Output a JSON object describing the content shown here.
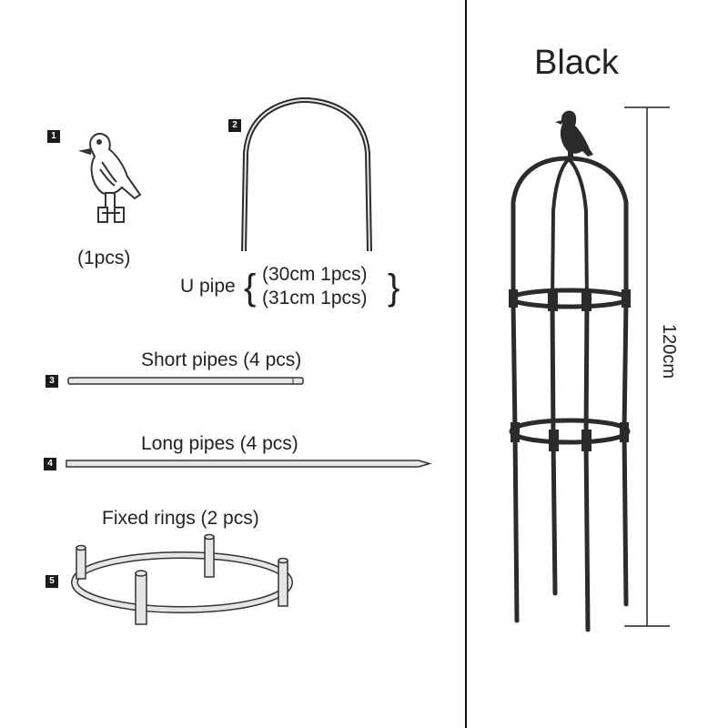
{
  "parts": {
    "bird": {
      "number": "1",
      "caption": "(1pcs)"
    },
    "u_pipe": {
      "number": "2",
      "name": "U pipe",
      "line1": "(30cm 1pcs)",
      "line2": "(31cm 1pcs)"
    },
    "short_pipes": {
      "number": "3",
      "caption": "Short pipes (4 pcs)"
    },
    "long_pipes": {
      "number": "4",
      "caption": "Long pipes  (4 pcs)"
    },
    "fixed_rings": {
      "number": "5",
      "caption": "Fixed rings (2 pcs)"
    }
  },
  "product": {
    "color_name": "Black",
    "height_label": "120cm"
  },
  "colors": {
    "pipe": "#2b2b2b",
    "pipe_light": "#e6e6e6",
    "accent": "#111111"
  }
}
